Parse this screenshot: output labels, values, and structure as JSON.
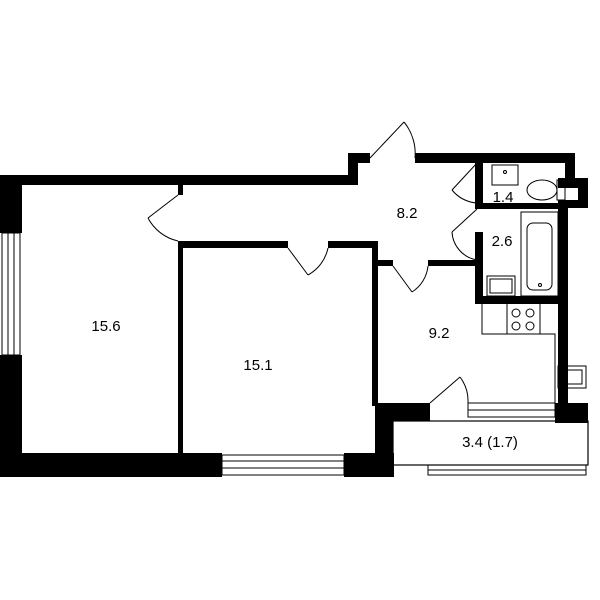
{
  "floorplan": {
    "rooms": [
      {
        "id": "living-room",
        "area": "15.6"
      },
      {
        "id": "bedroom",
        "area": "15.1"
      },
      {
        "id": "hallway",
        "area": "8.2"
      },
      {
        "id": "toilet",
        "area": "1.4"
      },
      {
        "id": "bathroom",
        "area": "2.6"
      },
      {
        "id": "kitchen",
        "area": "9.2"
      },
      {
        "id": "balcony",
        "area": "3.4 (1.7)"
      }
    ],
    "colors": {
      "wall": "#000000",
      "background": "#ffffff"
    }
  }
}
